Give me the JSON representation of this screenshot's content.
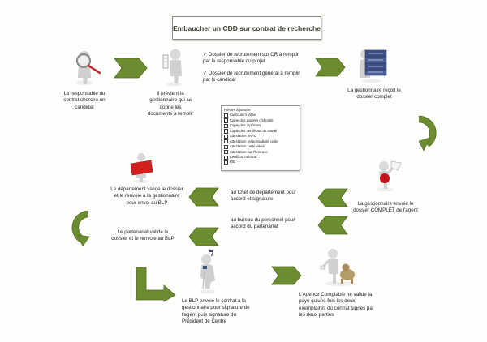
{
  "title": "Embaucher un CDD sur contrat de recherche",
  "colors": {
    "arrow": "#6b8c2f",
    "arrow_dark": "#4e6a1f",
    "figure": "#d8d8d8",
    "red": "#d41f1f"
  },
  "steps": {
    "responsable": "Le responsable du contrat cherche un candidat",
    "previent": "Il prévient la gestionnaire qui lui donne les documents à remplir",
    "recoit": "La gestionnaire reçoit le dossier complet",
    "envoie": "La gestionnaire envoie le dossier COMPLET de l'agent",
    "chef": "au Chef de département pour accord et signature",
    "bureau": "au bureau du personnel pour accord du partenariat",
    "departement": "Le département valide le dossier et le renvoie à la gestionnaire pour envoi au BLP",
    "partenariat": "Le partenariat valide le dossier et le renvoie au BLP",
    "blp": "Le BLP envoie le contrat à la gestionnaire pour signature de l'agent puis signature du Président de Centre",
    "agence": "L'Agence Comptable ne valide la paye qu'une fois les deux exemplaires du contrat signés par les deux parties"
  },
  "documents": [
    "✓ Dossier de recrutement sur CR à remplir par le responsable du projet",
    "✓ Dossier de recrutement général à remplir par le candidat"
  ],
  "pieces": {
    "heading": "Pièces à joindre :",
    "items": [
      "Curriculum Vitae",
      "Copie des papiers d'identité",
      "Copie des diplômes",
      "Copie des certificats de travail",
      "Attestation JAPD",
      "Attestation responsabilité civile",
      "Attestation carte vitale",
      "Attestation sur l'honneur",
      "Certificat médical",
      "RIB"
    ]
  }
}
